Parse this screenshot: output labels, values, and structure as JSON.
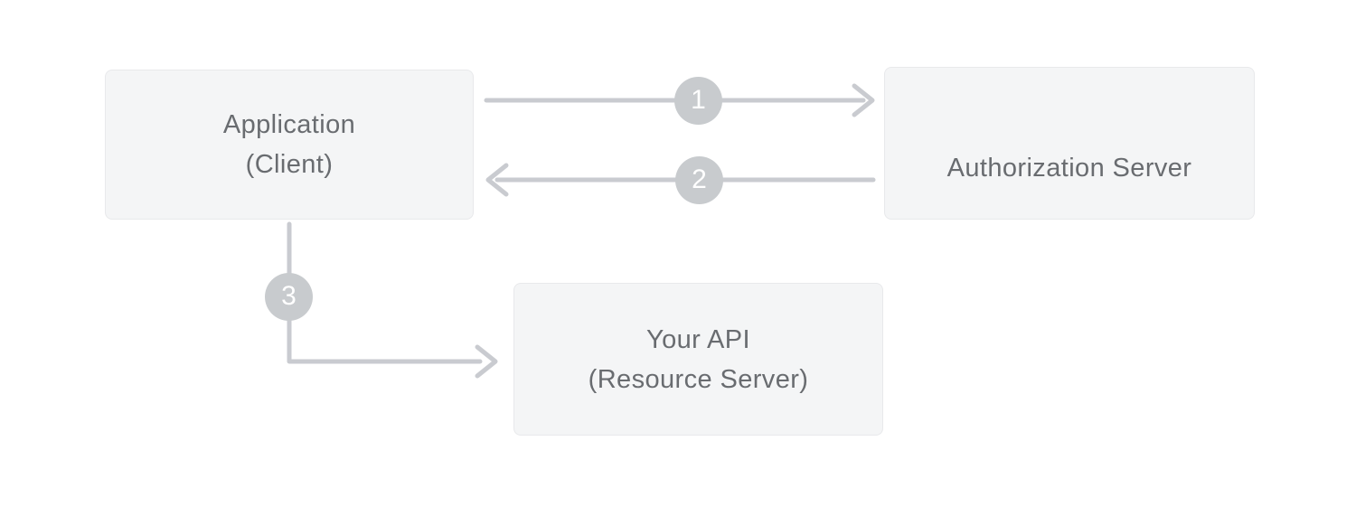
{
  "nodes": {
    "application": {
      "line1": "Application",
      "line2": "(Client)"
    },
    "auth_server": {
      "label": "Authorization Server"
    },
    "api": {
      "line1": "Your API",
      "line2": "(Resource Server)"
    }
  },
  "steps": {
    "one": "1",
    "two": "2",
    "three": "3"
  },
  "colors": {
    "background": "#ffffff",
    "box_bg": "#f4f5f6",
    "box_border": "#e8e9eb",
    "box_text": "#696c70",
    "arrow_line": "#c9cbd0",
    "badge_bg": "#c8cbce",
    "badge_text": "#ffffff"
  }
}
